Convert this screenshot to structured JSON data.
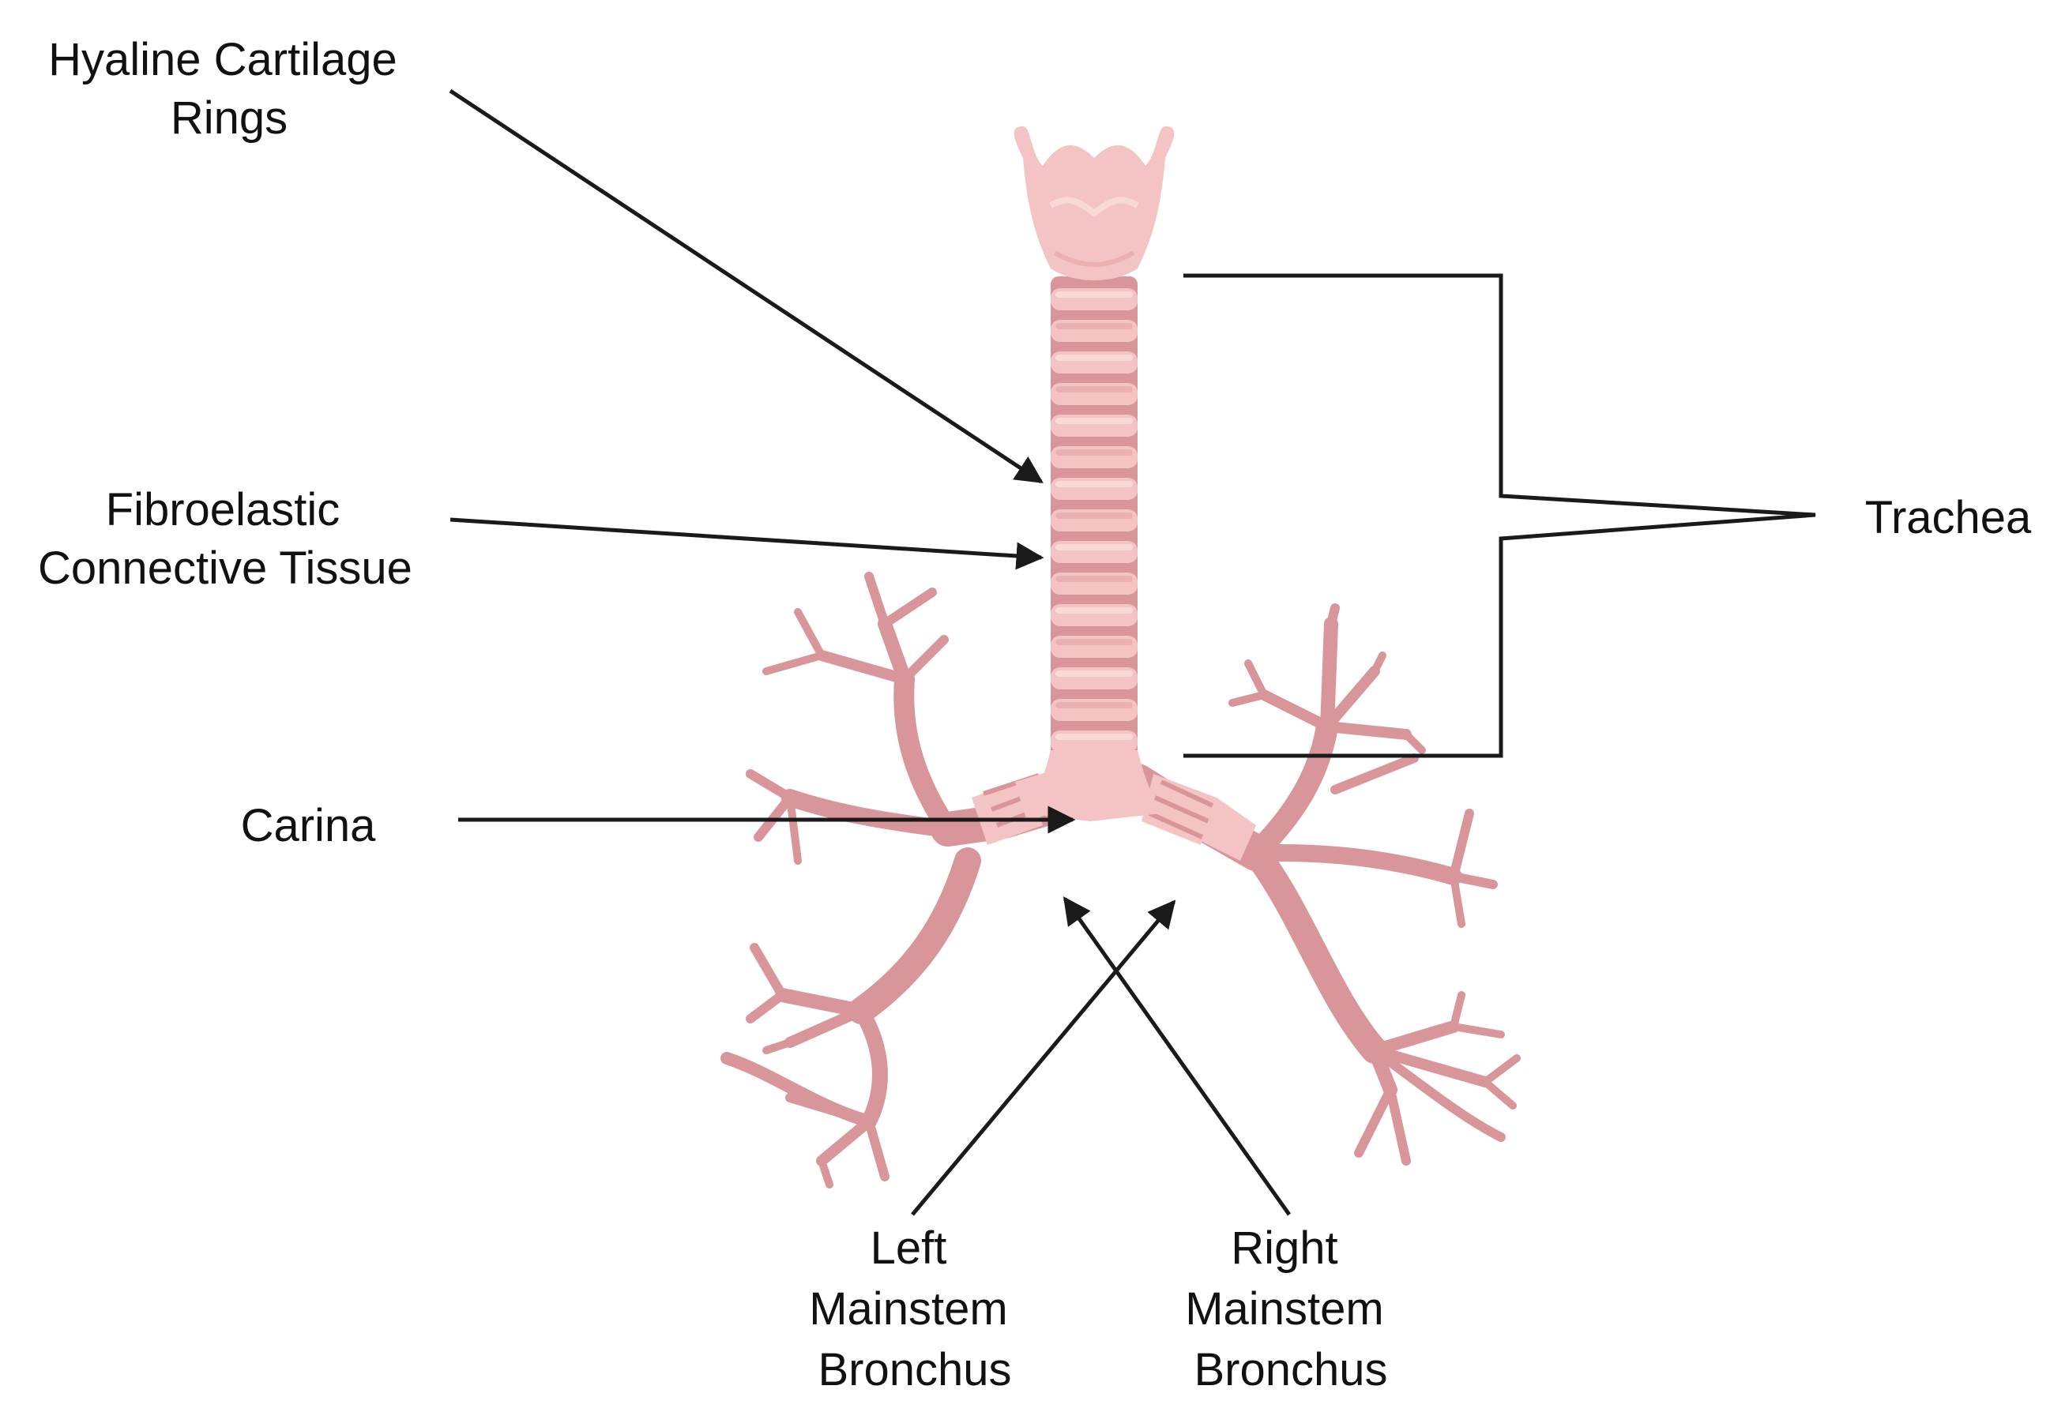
{
  "labels": {
    "hyaline_line1": "Hyaline Cartilage",
    "hyaline_line2": "Rings",
    "fibro_line1": "Fibroelastic",
    "fibro_line2": "Connective Tissue",
    "carina": "Carina",
    "trachea": "Trachea",
    "left_line1": "Left",
    "left_line2": "Mainstem",
    "left_line3": "Bronchus",
    "right_line1": "Right",
    "right_line2": "Mainstem",
    "right_line3": "Bronchus"
  },
  "colors": {
    "tissue": "#d9969a",
    "tissue_dark": "#c97c81",
    "cartilage": "#f3c4c3",
    "cartilage_light": "#f8d9d6",
    "line": "#1a1a1a"
  }
}
